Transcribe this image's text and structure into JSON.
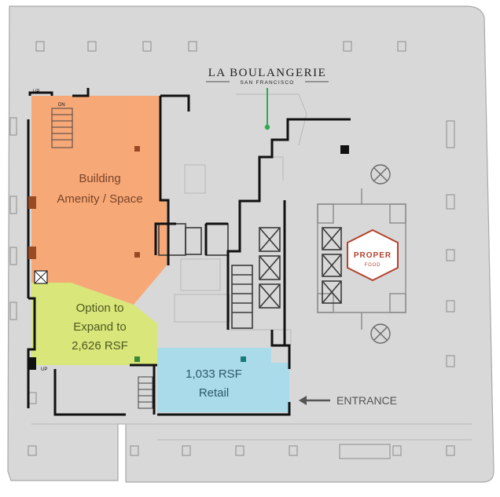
{
  "labels": {
    "tenant_name": "LA BOULANGERIE",
    "tenant_sub": "SAN FRANCISCO",
    "amenity_line1": "Building",
    "amenity_line2": "Amenity / Space",
    "option_line1": "Option to",
    "option_line2": "Expand to",
    "option_line3": "2,626 RSF",
    "retail_line1": "1,033 RSF",
    "retail_line2": "Retail",
    "entrance": "ENTRANCE",
    "proper_line1": "PROPER",
    "proper_line2": "FOOD",
    "stair_up": "UP",
    "stair_dn": "DN"
  },
  "colors": {
    "amenity": "#f7a877",
    "option": "#d9e67a",
    "retail": "#a9dbea",
    "floor": "#d8d8d8",
    "pointer": "#2eaa4f",
    "proper": "#b2432d",
    "wall": "#111111"
  }
}
